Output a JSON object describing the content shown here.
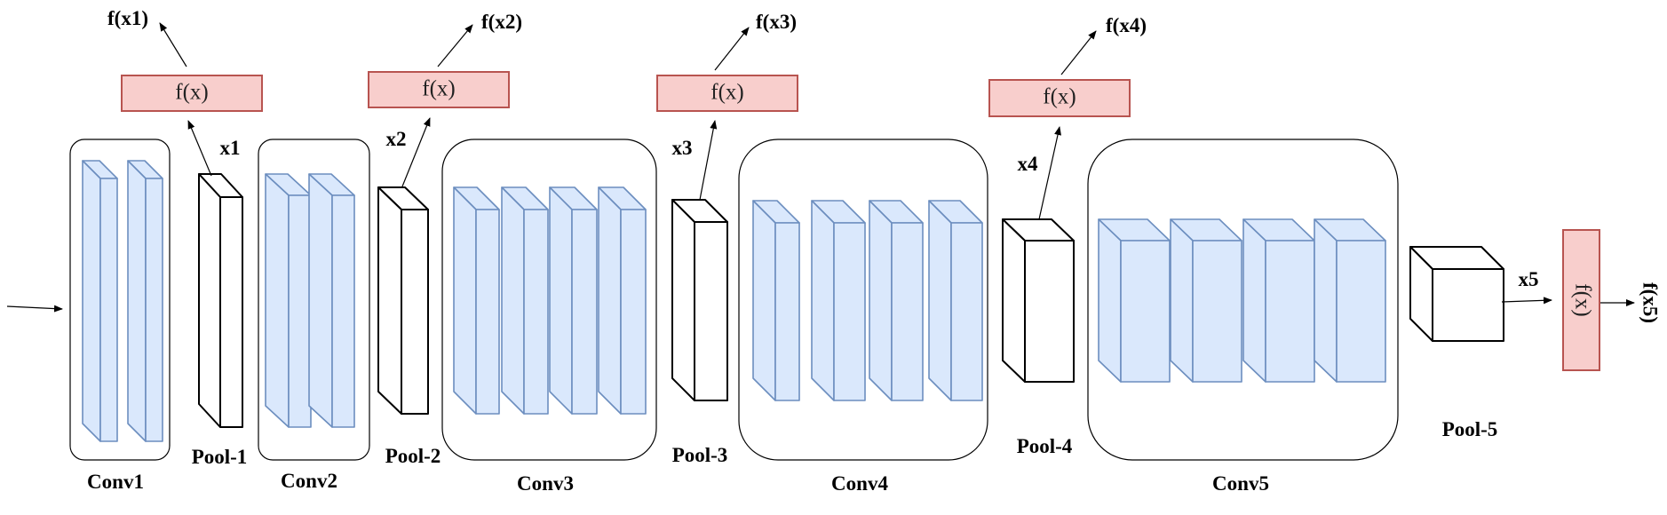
{
  "colors": {
    "conv_fill": "#dae8fc",
    "conv_stroke": "#6c8ebf",
    "fx_fill": "#f8cecc",
    "fx_stroke": "#b85450",
    "line": "#000000"
  },
  "stages": {
    "conv1": "Conv1",
    "pool1": "Pool-1",
    "conv2": "Conv2",
    "pool2": "Pool-2",
    "conv3": "Conv3",
    "pool3": "Pool-3",
    "conv4": "Conv4",
    "pool4": "Pool-4",
    "conv5": "Conv5",
    "pool5": "Pool-5"
  },
  "features": {
    "x1": "x1",
    "x2": "x2",
    "x3": "x3",
    "x4": "x4",
    "x5": "x5"
  },
  "fx_label": "f(x)",
  "outputs": {
    "fx1": "f(x1)",
    "fx2": "f(x2)",
    "fx3": "f(x3)",
    "fx4": "f(x4)",
    "fx5": "f(x5)"
  }
}
